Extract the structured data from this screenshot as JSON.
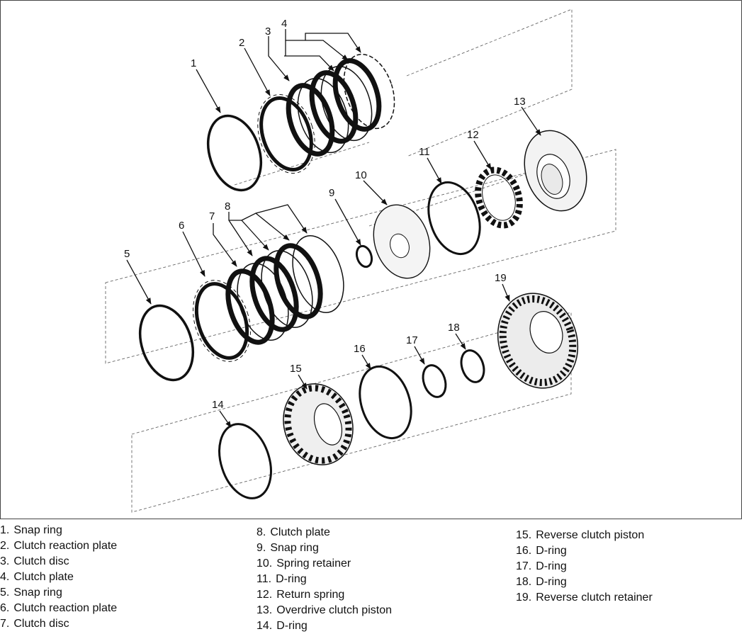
{
  "callouts": [
    "1",
    "2",
    "3",
    "4",
    "5",
    "6",
    "7",
    "8",
    "9",
    "10",
    "11",
    "12",
    "13",
    "14",
    "15",
    "16",
    "17",
    "18",
    "19"
  ],
  "legend": {
    "columns": [
      [
        {
          "num": "1.",
          "label": "Snap ring"
        },
        {
          "num": "2.",
          "label": "Clutch reaction plate"
        },
        {
          "num": "3.",
          "label": "Clutch disc"
        },
        {
          "num": "4.",
          "label": "Clutch plate"
        },
        {
          "num": "5.",
          "label": "Snap ring"
        },
        {
          "num": "6.",
          "label": "Clutch reaction plate"
        },
        {
          "num": "7.",
          "label": "Clutch disc"
        }
      ],
      [
        {
          "num": "8.",
          "label": "Clutch plate"
        },
        {
          "num": "9.",
          "label": "Snap ring"
        },
        {
          "num": "10.",
          "label": "Spring retainer"
        },
        {
          "num": "11.",
          "label": "D-ring"
        },
        {
          "num": "12.",
          "label": "Return spring"
        },
        {
          "num": "13.",
          "label": "Overdrive clutch piston"
        },
        {
          "num": "14.",
          "label": "D-ring"
        }
      ],
      [
        {
          "num": "15.",
          "label": "Reverse clutch piston"
        },
        {
          "num": "16.",
          "label": "D-ring"
        },
        {
          "num": "17.",
          "label": "D-ring"
        },
        {
          "num": "18.",
          "label": "D-ring"
        },
        {
          "num": "19.",
          "label": "Reverse clutch retainer"
        }
      ]
    ]
  }
}
